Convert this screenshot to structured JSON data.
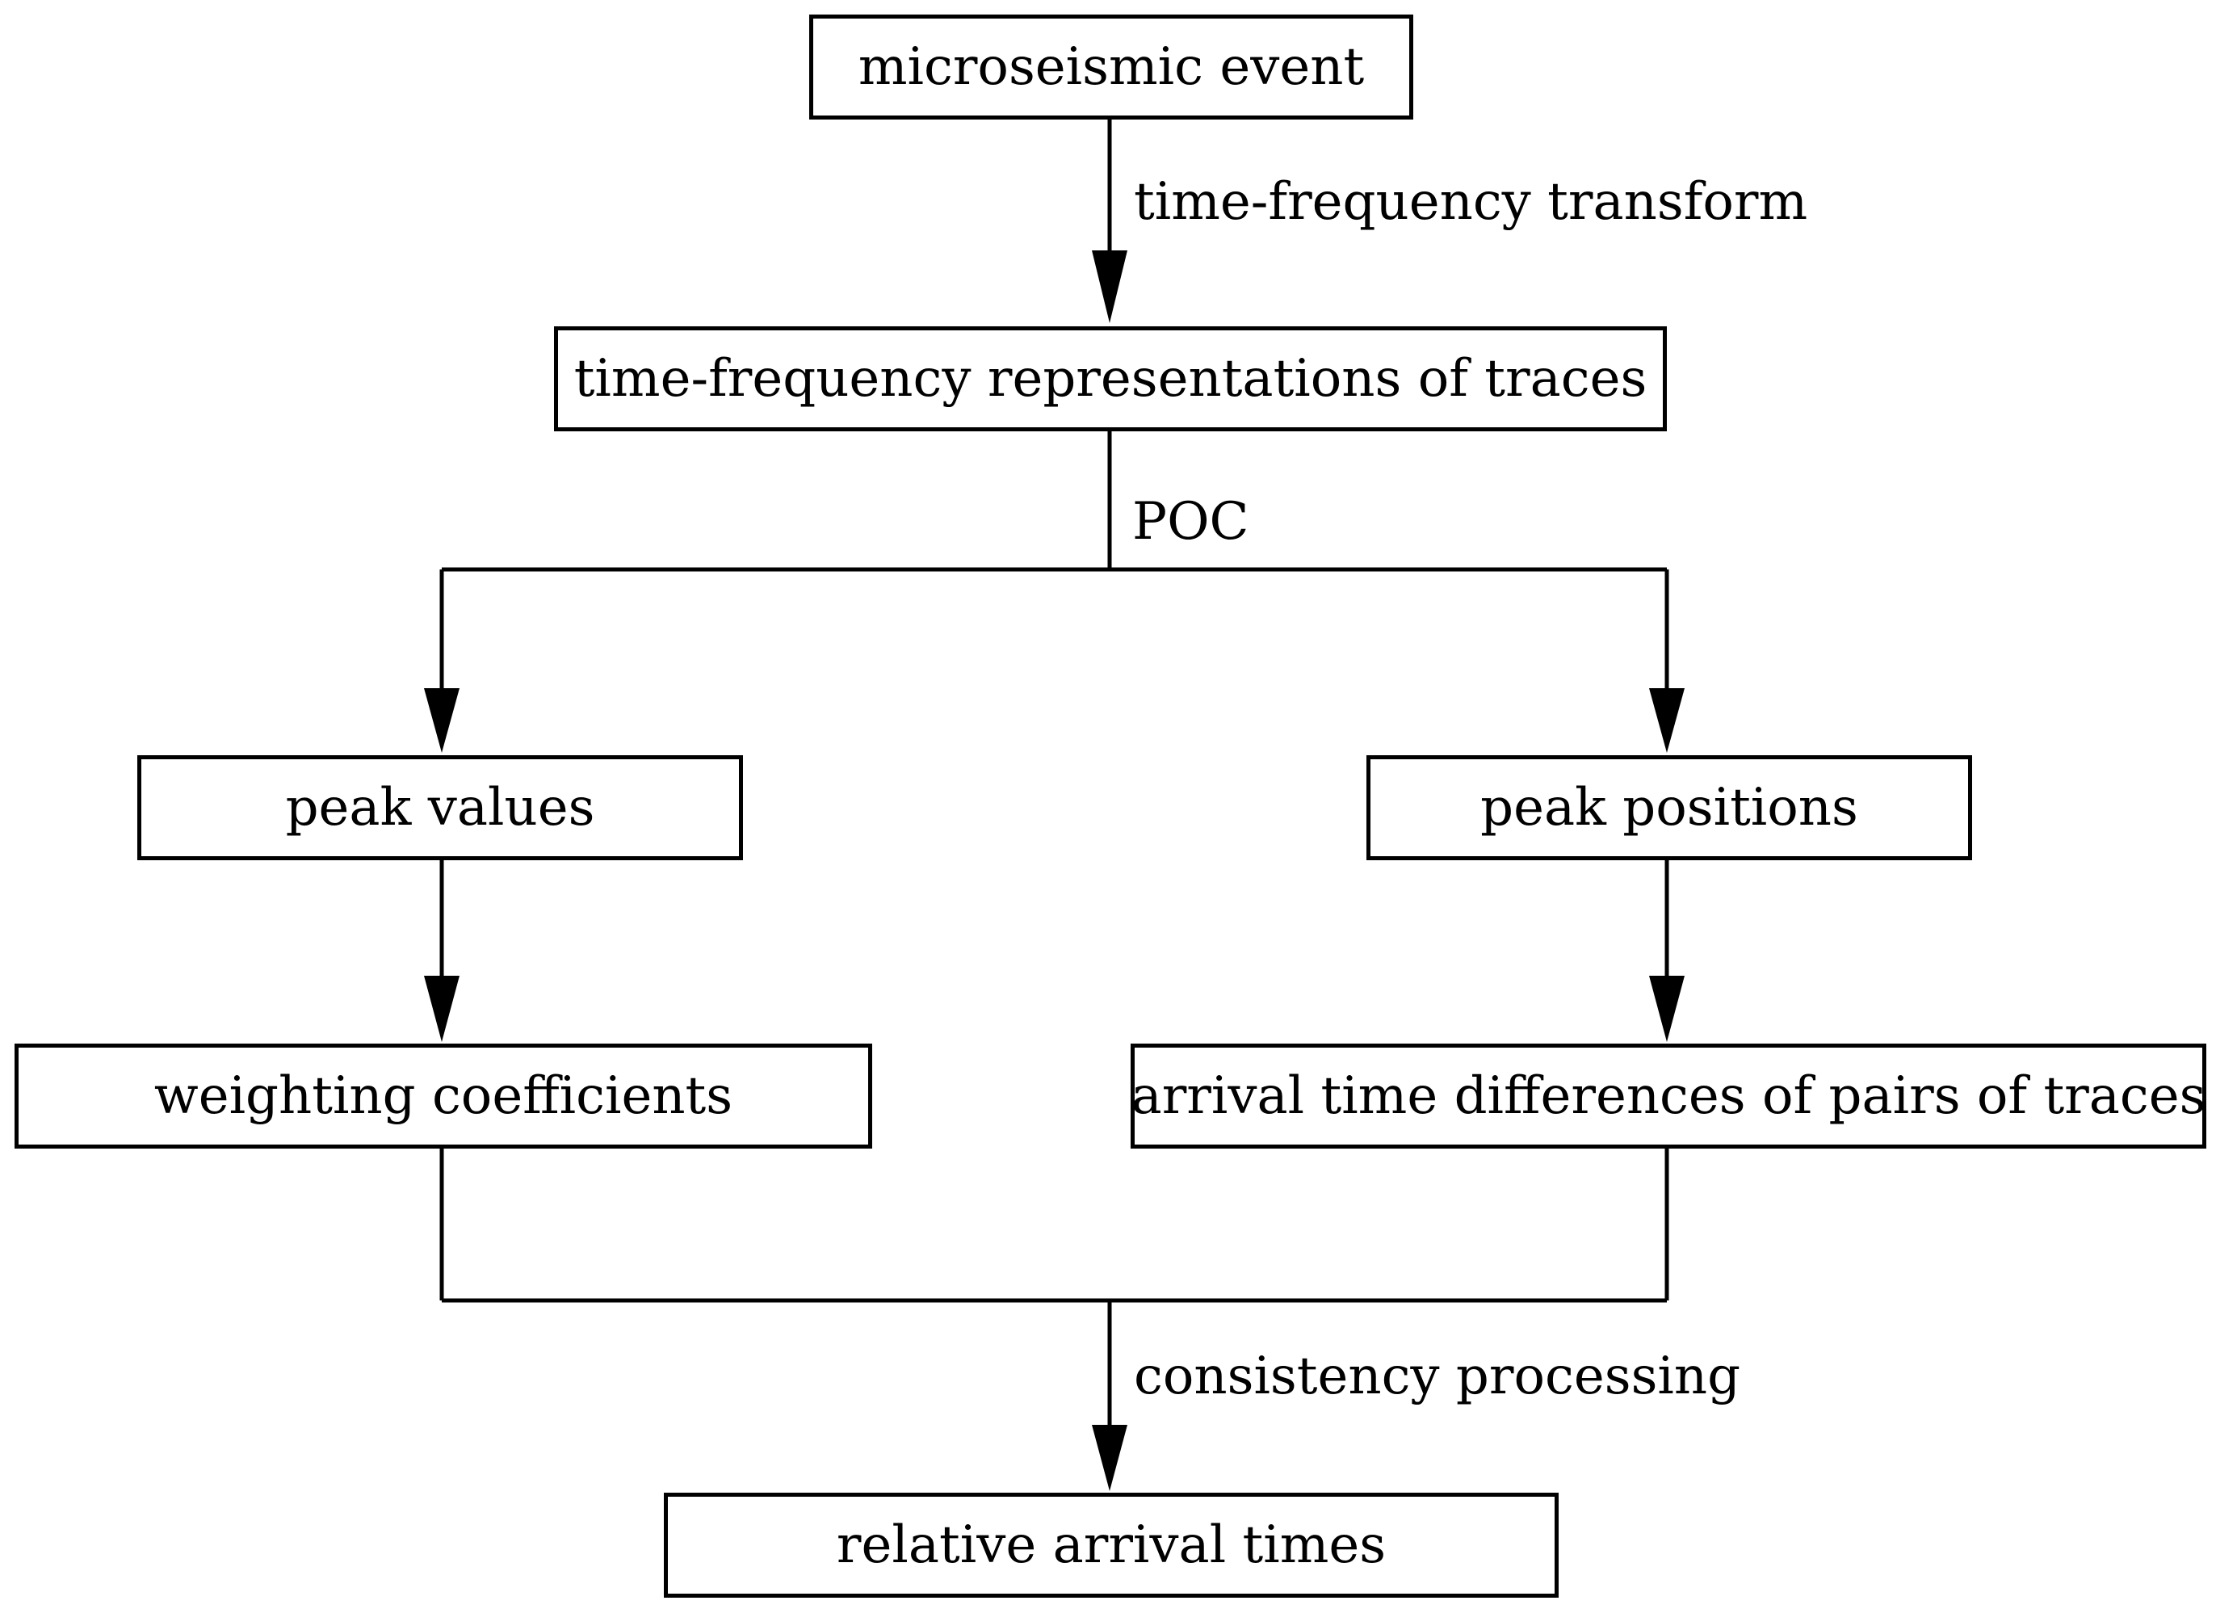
{
  "nodes": {
    "microseismic_event": "microseismic event",
    "tf_representations": "time-frequency representations of traces",
    "peak_values": "peak values",
    "peak_positions": "peak positions",
    "weighting_coefficients": "weighting coefficients",
    "arrival_time_differences": "arrival time differences of pairs of traces",
    "relative_arrival_times": "relative arrival times"
  },
  "edges": {
    "tf_transform": "time-frequency transform",
    "poc": "POC",
    "consistency_processing": "consistency processing"
  },
  "colors": {
    "stroke": "#000000",
    "background": "#ffffff"
  }
}
